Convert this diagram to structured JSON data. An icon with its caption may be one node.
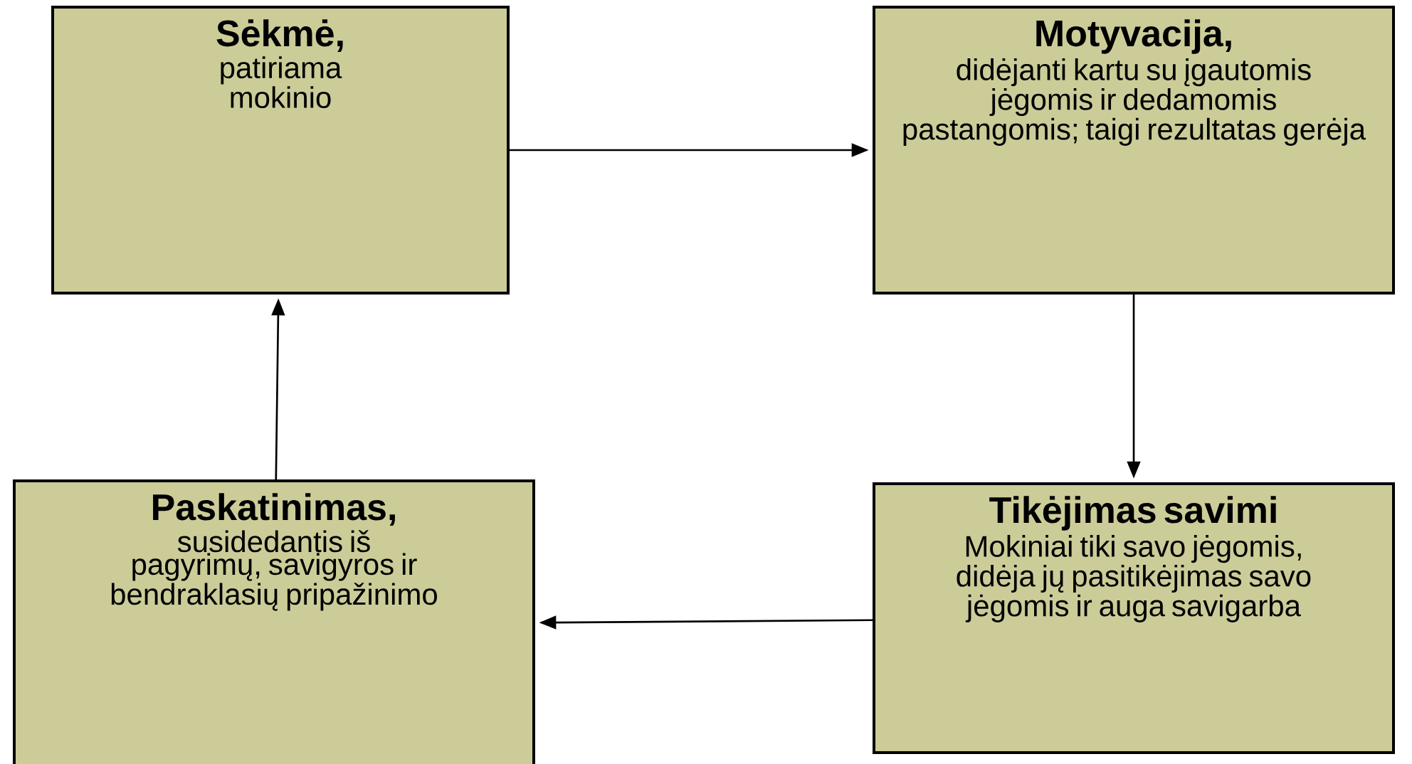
{
  "diagram": {
    "nodes": [
      {
        "text": [
          "Sėkmė,",
          "patiriama mokinio"
        ]
      },
      {
        "text": [
          "Motyvacija,",
          "didėjanti kartu su įgautomis jėgomis ir dedamomis pastangomis; taigi rezultatas gerėja"
        ]
      },
      {
        "text": [
          "Tikėjimas savimi",
          "Mokiniai tiki savo jėgomis, didėja jų pasitikėjimas savo jėgomis ir auga savigarba"
        ]
      },
      {
        "text": [
          "Paskatinimas,",
          "susidedantis iš pagyrimų, savigyros ir bendraklasių pripažinimo"
        ]
      }
    ],
    "edges": [
      {
        "from": 0,
        "to": 1,
        "arrow": "to"
      },
      {
        "from": 1,
        "to": 2,
        "arrow": "to"
      },
      {
        "from": 2,
        "to": 3,
        "arrow": "to"
      },
      {
        "from": 3,
        "to": 0,
        "arrow": "to"
      }
    ]
  }
}
